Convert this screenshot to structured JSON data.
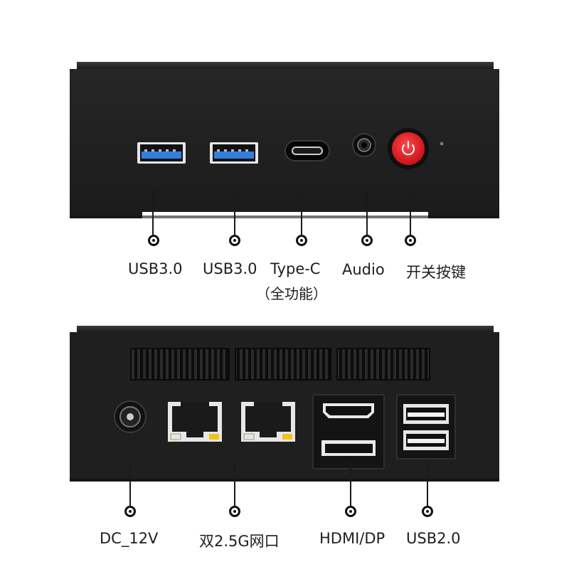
{
  "front_panel": {
    "labels": {
      "usb3_left": "USB3.0",
      "usb3_right": "USB3.0",
      "typec": "Type-C",
      "typec_note": "（全功能）",
      "audio": "Audio",
      "power": "开关按键"
    },
    "colors": {
      "usb3_blue": "#2f7fe0",
      "power_red": "#e8202a",
      "chassis": "#1b1b1b"
    }
  },
  "rear_panel": {
    "labels": {
      "dc": "DC_12V",
      "lan": "双2.5G网口",
      "hdmi_dp": "HDMI/DP",
      "usb2": "USB2.0"
    },
    "colors": {
      "lan_led_yellow": "#f2c21a",
      "lan_led_green": "#e9e6d6"
    }
  },
  "icons": [
    "power-icon",
    "usb-port-icon",
    "usb-c-port-icon",
    "audio-jack-icon",
    "ethernet-port-icon",
    "hdmi-port-icon",
    "displayport-icon",
    "dc-jack-icon"
  ]
}
